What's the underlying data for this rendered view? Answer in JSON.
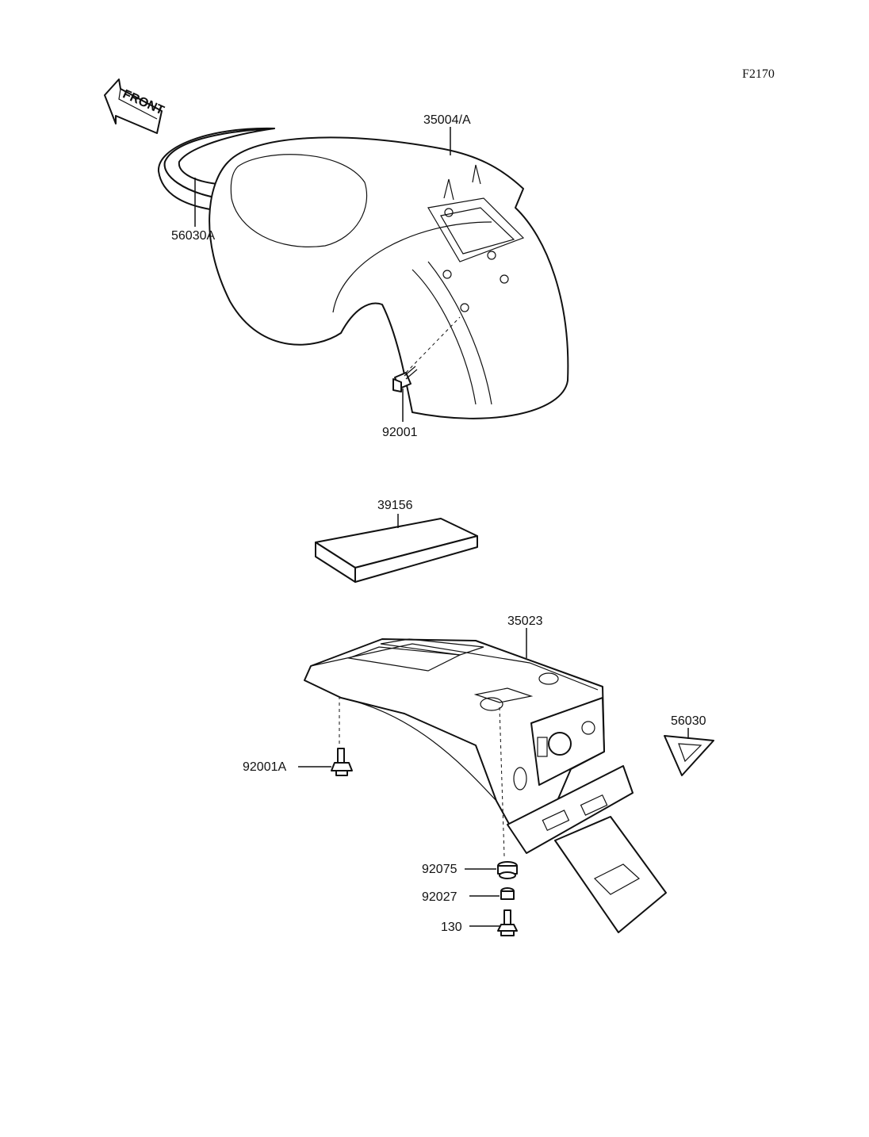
{
  "figure_code": "F2170",
  "front_arrow_label": "FRONT",
  "parts": {
    "front_fender": "35004/A",
    "front_fender_stripe": "56030A",
    "front_fender_bolt": "92001",
    "document_pouch": "39156",
    "rear_fender": "35023",
    "rear_fender_bolt": "92001A",
    "warning_label": "56030",
    "grommet": "92075",
    "collar": "92027",
    "flange_bolt": "130"
  }
}
